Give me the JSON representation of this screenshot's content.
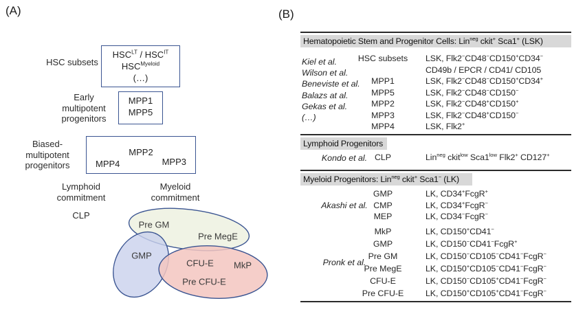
{
  "colors": {
    "box-border": "#3a5491",
    "bar-gray": "#d8d8d8",
    "venn-green": "#edf1e1",
    "venn-blue": "#c9d1ec",
    "venn-pink": "#f3c6c0"
  },
  "panelA": {
    "label": "(A)",
    "hsc_subsets_label": "HSC subsets",
    "box1_lines": [
      "HSC^{LT} / HSC^{IT}",
      "HSC^{Myeloid}",
      "(…)"
    ],
    "early_label_lines": [
      "Early",
      "multipotent",
      "progenitors"
    ],
    "box2_lines": [
      "MPP1",
      "MPP5"
    ],
    "biased_label_lines": [
      "Biased-",
      "multipotent",
      "progenitors"
    ],
    "box3": {
      "top": "MPP2",
      "left": "MPP4",
      "right": "MPP3"
    },
    "lymphoid_label_lines": [
      "Lymphoid",
      "commitment"
    ],
    "clp": "CLP",
    "myeloid_label_lines": [
      "Myeloid",
      "commitment"
    ],
    "venn": {
      "pre_gm": "Pre GM",
      "pre_mege": "Pre MegE",
      "gmp": "GMP",
      "cfu_e": "CFU-E",
      "mkp": "MkP",
      "pre_cfu_e": "Pre CFU-E"
    }
  },
  "panelB": {
    "label": "(B)",
    "sections": [
      {
        "header": "Hematopoietic Stem and Progenitor Cells: Lin^{neg} ckit^{+} Sca1^{+} (LSK)",
        "citations": [
          "Kiel et al.",
          "Wilson et al.",
          "Beneviste et al.",
          "Balazs at al.",
          "Gekas et al.",
          "(…)"
        ],
        "rows": [
          {
            "population": "HSC subsets",
            "markers": [
              "LSK, Flk2^{−}CD48^{−}CD150^{+}CD34^{−}",
              "CD49b / EPCR / CD41/ CD105"
            ]
          },
          {
            "population": "MPP1",
            "markers": [
              "LSK, Flk2^{−}CD48^{−}CD150^{+}CD34^{+}"
            ]
          },
          {
            "population": "MPP5",
            "markers": [
              "LSK, Flk2^{−}CD48^{−}CD150^{−}"
            ]
          },
          {
            "population": "MPP2",
            "markers": [
              "LSK, Flk2^{−}CD48^{+}CD150^{+}"
            ]
          },
          {
            "population": "MPP3",
            "markers": [
              "LSK, Flk2^{−}CD48^{+}CD150^{−}"
            ]
          },
          {
            "population": "MPP4",
            "markers": [
              "LSK, Flk2^{+}"
            ]
          }
        ]
      },
      {
        "header": "Lymphoid Progenitors",
        "citations": [
          "Kondo et al."
        ],
        "rows": [
          {
            "population": "CLP",
            "markers": [
              "Lin^{neg} ckit^{low} Sca1^{low} Flk2^{+} CD127^{+}"
            ]
          }
        ]
      },
      {
        "header": "Myeloid Progenitors: Lin^{neg} ckit^{+} Sca1^{−} (LK)",
        "groups": [
          {
            "citations": [
              "Akashi et al."
            ],
            "rows": [
              {
                "population": "GMP",
                "markers": [
                  "LK, CD34^{+}FcgR^{+}"
                ]
              },
              {
                "population": "CMP",
                "markers": [
                  "LK, CD34^{+}FcgR^{−}"
                ]
              },
              {
                "population": "MEP",
                "markers": [
                  "LK, CD34^{−}FcgR^{−}"
                ]
              }
            ]
          },
          {
            "citations": [
              "Pronk et al."
            ],
            "rows": [
              {
                "population": "MkP",
                "markers": [
                  "LK, CD150^{+}CD41^{−}"
                ]
              },
              {
                "population": "GMP",
                "markers": [
                  "LK, CD150^{−}CD41^{−}FcgR^{+}"
                ]
              },
              {
                "population": "Pre GM",
                "markers": [
                  "LK, CD150^{−}CD105^{−}CD41^{−}FcgR^{−}"
                ]
              },
              {
                "population": "Pre MegE",
                "markers": [
                  "LK, CD150^{+}CD105^{−}CD41^{−}FcgR^{−}"
                ]
              },
              {
                "population": "CFU-E",
                "markers": [
                  "LK, CD150^{−}CD105^{+}CD41^{−}FcgR^{−}"
                ]
              },
              {
                "population": "Pre CFU-E",
                "markers": [
                  "LK, CD150^{+}CD105^{+}CD41^{−}FcgR^{−}"
                ]
              }
            ]
          }
        ]
      }
    ]
  }
}
